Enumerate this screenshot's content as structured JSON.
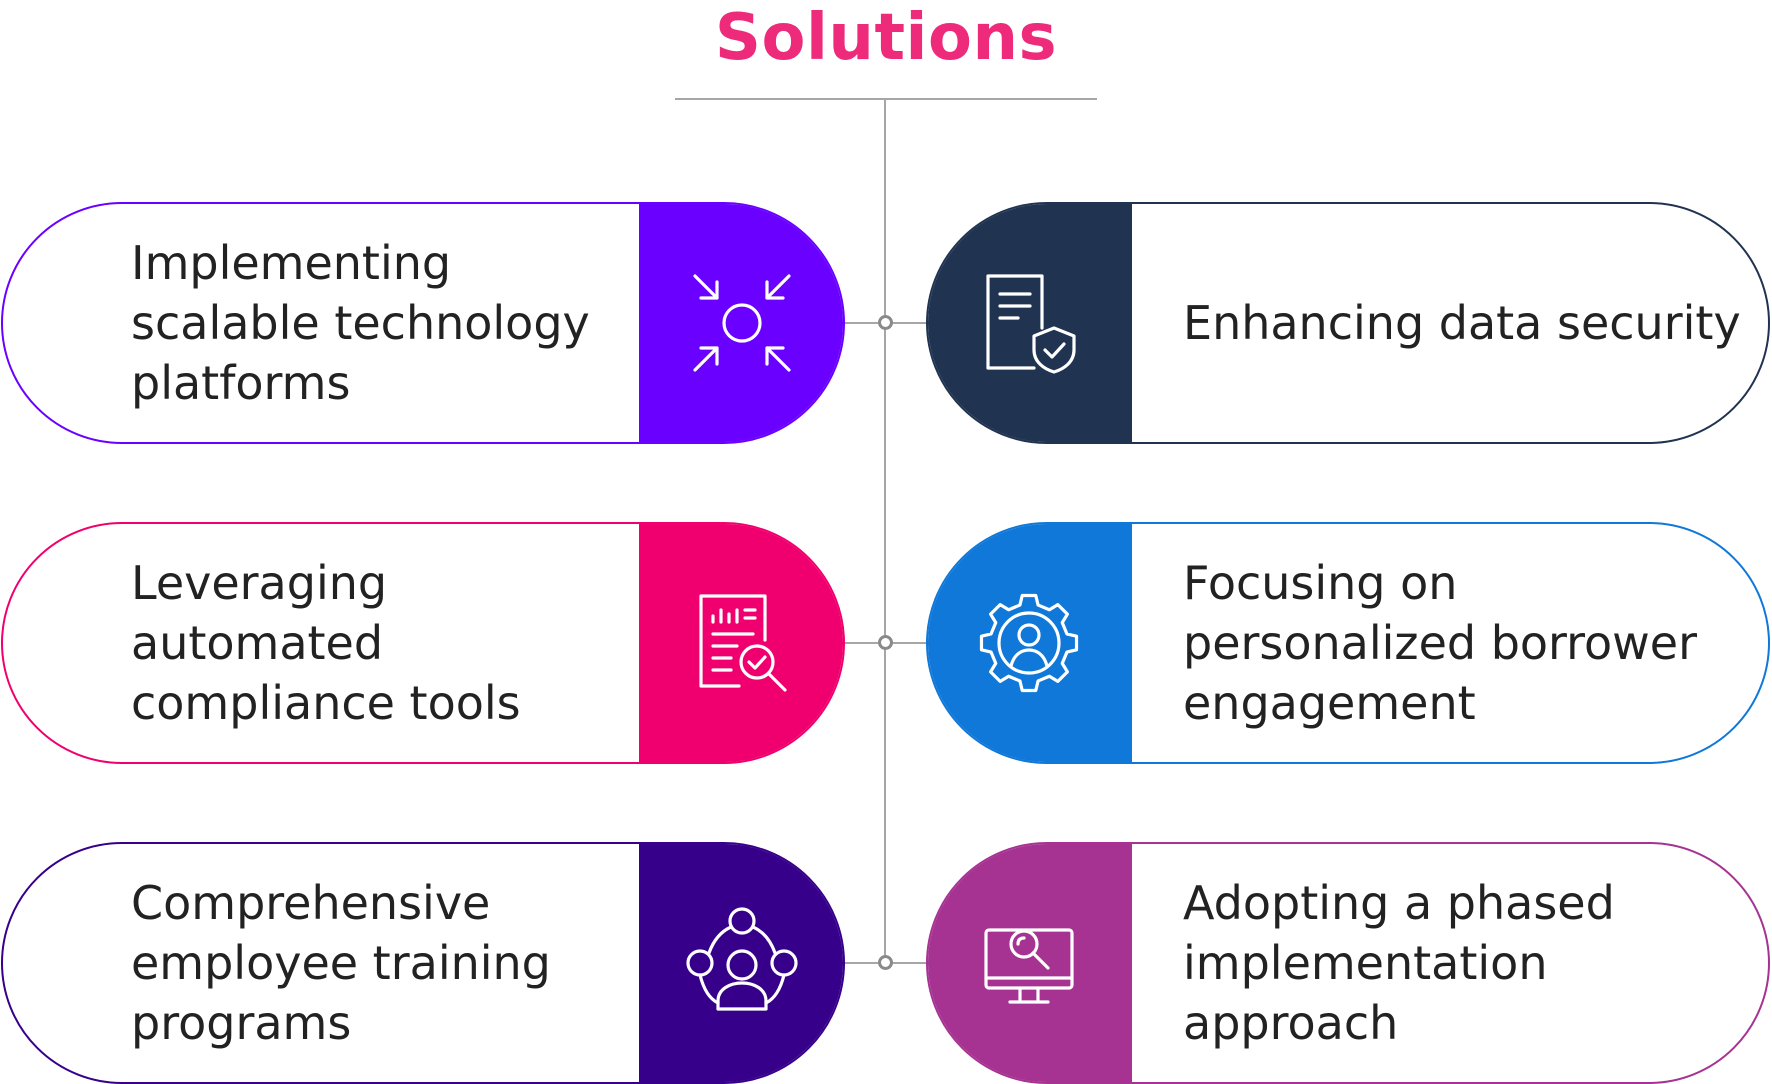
{
  "title": "Solutions",
  "colors": {
    "title": "#ee2a7b",
    "line": "#a6a6a6"
  },
  "items": [
    {
      "text": "Implementing scalable technology platforms",
      "color": "#6a00ff",
      "icon": "scale-arrows-icon"
    },
    {
      "text": "Enhancing data security",
      "color": "#203350",
      "icon": "document-shield-icon"
    },
    {
      "text": "Leveraging automated compliance tools",
      "color": "#f0006e",
      "icon": "report-search-icon"
    },
    {
      "text": "Focusing on personalized borrower engagement",
      "color": "#0f78d8",
      "icon": "gear-user-icon"
    },
    {
      "text": "Comprehensive employee training programs",
      "color": "#36008a",
      "icon": "team-network-icon"
    },
    {
      "text": "Adopting a phased implementation approach",
      "color": "#a63392",
      "icon": "monitor-search-icon"
    }
  ]
}
